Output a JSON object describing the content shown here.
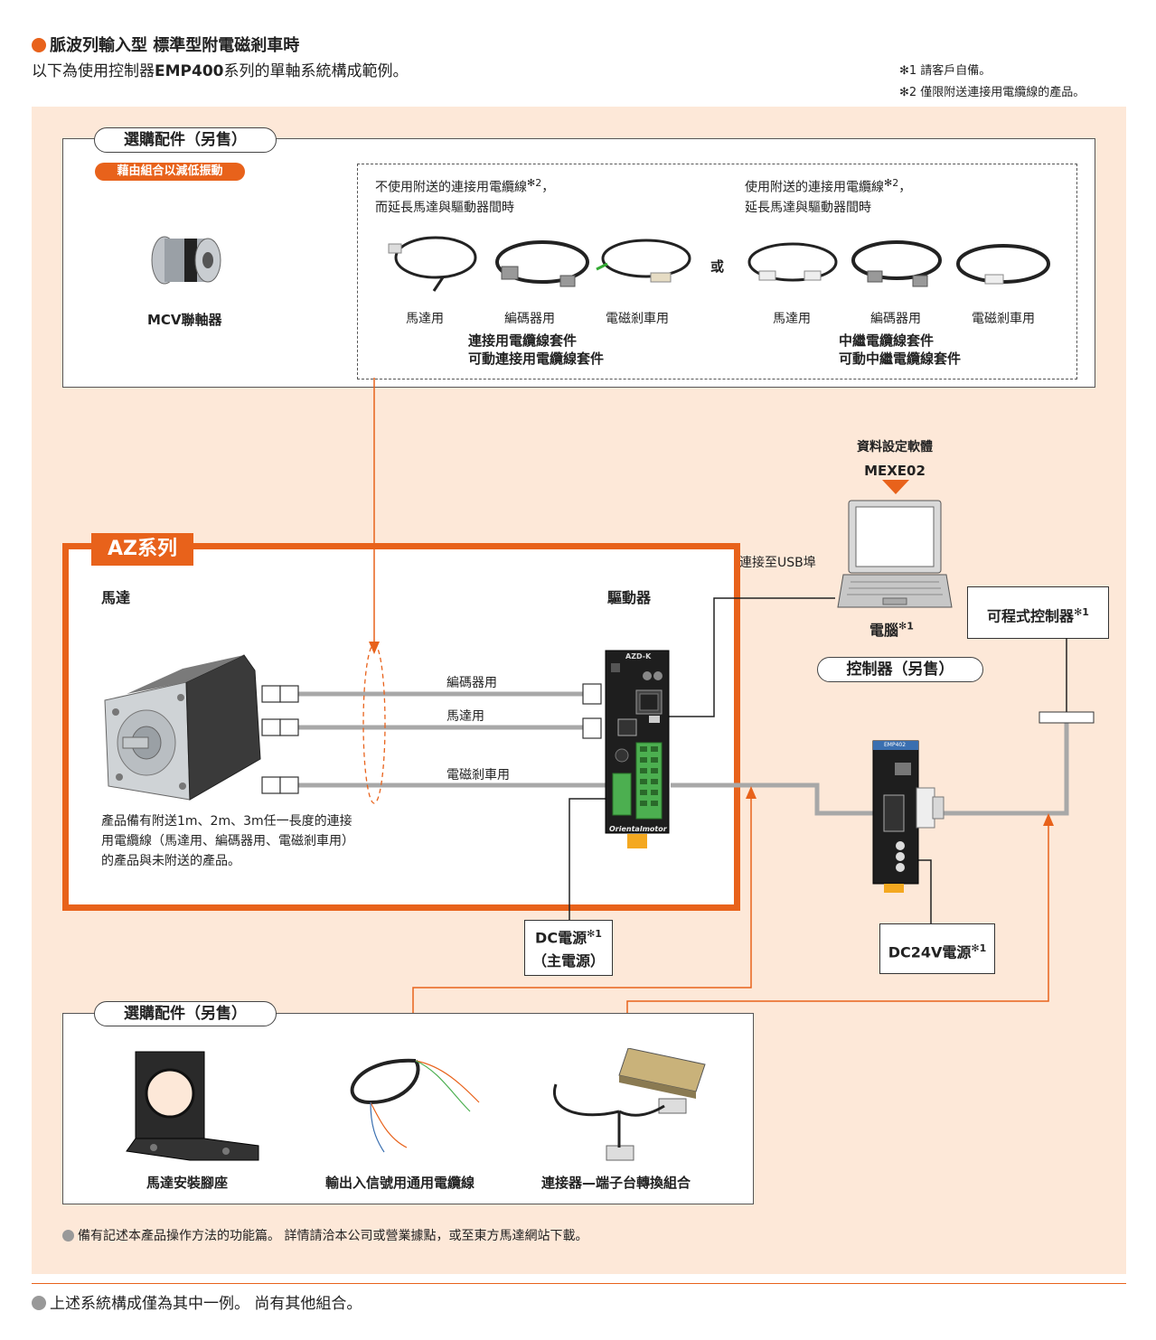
{
  "header": {
    "title": "脈波列輸入型 標準型附電磁剎車時",
    "subtitle_pre": "以下為使用控制器",
    "subtitle_bold": "EMP400",
    "subtitle_post": "系列的單軸系統構成範例。",
    "note1": "✻1 請客戶自備。",
    "note2": "✻2 僅限附送連接用電纜線的產品。"
  },
  "top_options": {
    "title": "選購配件（另售）",
    "tag": "藉由組合以減低振動",
    "coupling_label": "MCV聯軸器",
    "group1_line1": "不使用附送的連接用電纜線",
    "group1_line2": "而延長馬達與驅動器間時",
    "group2_line1": "使用附送的連接用電纜線",
    "group2_line2": "延長馬達與驅動器間時",
    "sup2": "✻2",
    "comma": "，",
    "or_label": "或",
    "cable_motor": "馬達用",
    "cable_encoder": "編碼器用",
    "cable_brake": "電磁剎車用",
    "kit1_line1": "連接用電纜線套件",
    "kit1_line2": "可動連接用電纜線套件",
    "kit2_line1": "中繼電纜線套件",
    "kit2_line2": "可動中繼電纜線套件"
  },
  "software": {
    "line1": "資料設定軟體",
    "line2": "MEXE02"
  },
  "usb_label": "連接至USB埠",
  "pc_label": "電腦",
  "sup1": "✻1",
  "plc_label": "可程式控制器",
  "controller_pill": "控制器（另售）",
  "az": {
    "tag": "AZ系列",
    "motor_label": "馬達",
    "driver_label": "驅動器",
    "line_encoder": "編碼器用",
    "line_motor": "馬達用",
    "line_brake": "電磁剎車用",
    "note_line1": "產品備有附送1m、2m、3m任一長度的連接",
    "note_line2": "用電纜線（馬達用、編碼器用、電磁剎車用）",
    "note_line3": "的產品與未附送的產品。",
    "driver_model": "AZD-K",
    "driver_brand": "Orientalmotor"
  },
  "dc_main": {
    "line1": "DC電源",
    "line2": "（主電源）"
  },
  "dc24": "DC24V電源",
  "controller_model": "EMP402",
  "bottom_options": {
    "title": "選購配件（另售）",
    "item1": "馬達安裝腳座",
    "item2": "輸出入信號用通用電纜線",
    "item3": "連接器—端子台轉換組合"
  },
  "panel_note": "備有記述本產品操作方法的功能篇。 詳情請洽本公司或營業據點，或至東方馬達網站下載。",
  "footer_note": "上述系統構成僅為其中一例。 尚有其他組合。",
  "colors": {
    "accent": "#e8621b",
    "panel_bg": "#fde8d8",
    "cable": "#a8a8a8"
  }
}
